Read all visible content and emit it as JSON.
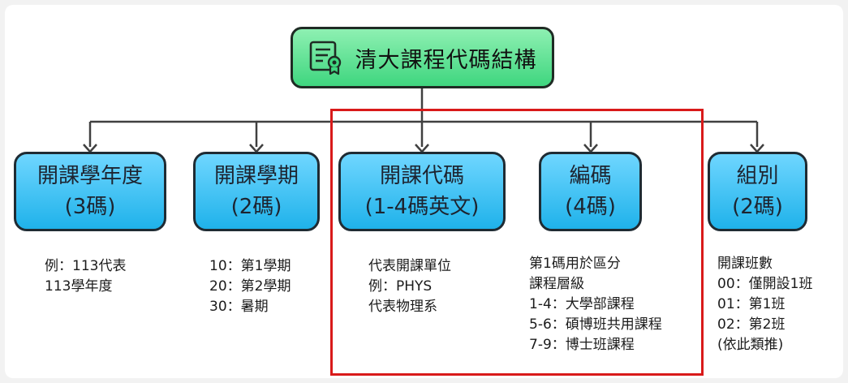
{
  "root": {
    "title": "清大課程代碼結構",
    "icon": "certificate-document-icon"
  },
  "colors": {
    "root_fill": "#3fd67f",
    "box_fill": "#1fb2ea",
    "connector": "#404040",
    "highlight": "#d91a1a"
  },
  "columns": [
    {
      "title": "開課學年度",
      "subtitle": "(3碼)",
      "notes": [
        "例：113代表",
        "113學年度"
      ]
    },
    {
      "title": "開課學期",
      "subtitle": "(2碼)",
      "notes": [
        "10：第1學期",
        "20：第2學期",
        "30：暑期"
      ]
    },
    {
      "title": "開課代碼",
      "subtitle": "(1-4碼英文)",
      "notes": [
        "代表開課單位",
        "例：PHYS",
        "代表物理系"
      ]
    },
    {
      "title": "編碼",
      "subtitle": "(4碼)",
      "notes": [
        "第1碼用於區分",
        "課程層級",
        "1-4：大學部課程",
        "5-6：碩博班共用課程",
        "7-9：博士班課程"
      ]
    },
    {
      "title": "組別",
      "subtitle": "(2碼)",
      "notes": [
        "開課班數",
        "00：僅開設1班",
        "01：第1班",
        "02：第2班",
        "(依此類推)"
      ]
    }
  ]
}
